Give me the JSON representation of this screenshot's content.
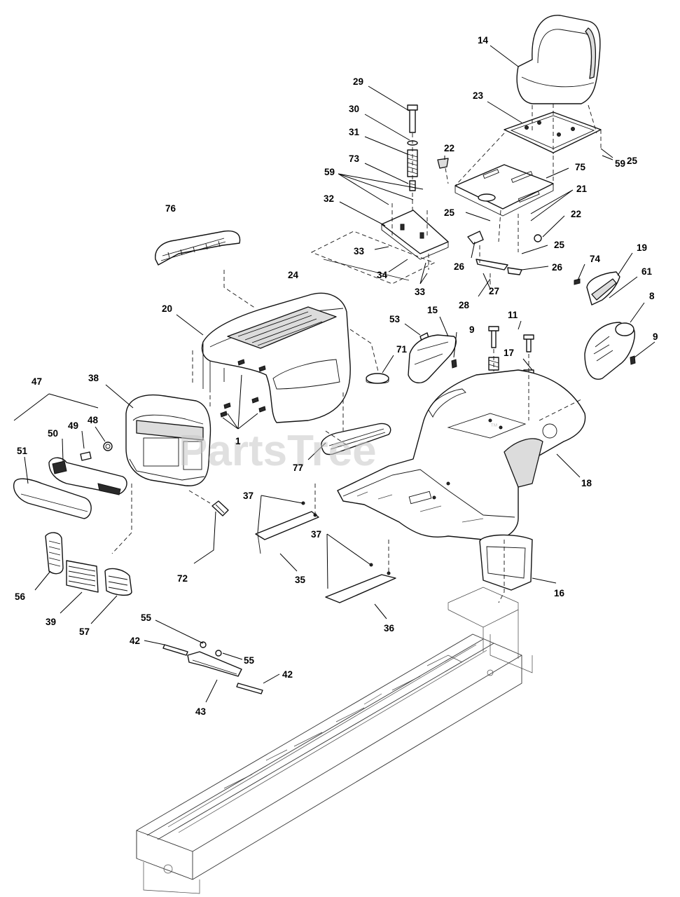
{
  "watermark": {
    "text": "PartsTree",
    "tm": "™"
  },
  "callouts": [
    {
      "id": "lbl-14",
      "text": "14"
    },
    {
      "id": "lbl-23",
      "text": "23"
    },
    {
      "id": "lbl-29",
      "text": "29"
    },
    {
      "id": "lbl-30",
      "text": "30"
    },
    {
      "id": "lbl-31",
      "text": "31"
    },
    {
      "id": "lbl-73",
      "text": "73"
    },
    {
      "id": "lbl-22a",
      "text": "22"
    },
    {
      "id": "lbl-25a",
      "text": "25"
    },
    {
      "id": "lbl-59a",
      "text": "59"
    },
    {
      "id": "lbl-75",
      "text": "75"
    },
    {
      "id": "lbl-59b",
      "text": "59"
    },
    {
      "id": "lbl-32",
      "text": "32"
    },
    {
      "id": "lbl-21",
      "text": "21"
    },
    {
      "id": "lbl-22b",
      "text": "22"
    },
    {
      "id": "lbl-25b",
      "text": "25"
    },
    {
      "id": "lbl-76",
      "text": "76"
    },
    {
      "id": "lbl-25c",
      "text": "25"
    },
    {
      "id": "lbl-33a",
      "text": "33"
    },
    {
      "id": "lbl-26a",
      "text": "26"
    },
    {
      "id": "lbl-34",
      "text": "34"
    },
    {
      "id": "lbl-24",
      "text": "24"
    },
    {
      "id": "lbl-26b",
      "text": "26"
    },
    {
      "id": "lbl-33b",
      "text": "33"
    },
    {
      "id": "lbl-27",
      "text": "27"
    },
    {
      "id": "lbl-28",
      "text": "28"
    },
    {
      "id": "lbl-74",
      "text": "74"
    },
    {
      "id": "lbl-19",
      "text": "19"
    },
    {
      "id": "lbl-61",
      "text": "61"
    },
    {
      "id": "lbl-8",
      "text": "8"
    },
    {
      "id": "lbl-20",
      "text": "20"
    },
    {
      "id": "lbl-15",
      "text": "15"
    },
    {
      "id": "lbl-11",
      "text": "11"
    },
    {
      "id": "lbl-53",
      "text": "53"
    },
    {
      "id": "lbl-9a",
      "text": "9"
    },
    {
      "id": "lbl-9b",
      "text": "9"
    },
    {
      "id": "lbl-17",
      "text": "17"
    },
    {
      "id": "lbl-71",
      "text": "71"
    },
    {
      "id": "lbl-47",
      "text": "47"
    },
    {
      "id": "lbl-38",
      "text": "38"
    },
    {
      "id": "lbl-49",
      "text": "49"
    },
    {
      "id": "lbl-48",
      "text": "48"
    },
    {
      "id": "lbl-50",
      "text": "50"
    },
    {
      "id": "lbl-1",
      "text": "1"
    },
    {
      "id": "lbl-51",
      "text": "51"
    },
    {
      "id": "lbl-77",
      "text": "77"
    },
    {
      "id": "lbl-18",
      "text": "18"
    },
    {
      "id": "lbl-37a",
      "text": "37"
    },
    {
      "id": "lbl-72",
      "text": "72"
    },
    {
      "id": "lbl-35",
      "text": "35"
    },
    {
      "id": "lbl-37b",
      "text": "37"
    },
    {
      "id": "lbl-16",
      "text": "16"
    },
    {
      "id": "lbl-56",
      "text": "56"
    },
    {
      "id": "lbl-39",
      "text": "39"
    },
    {
      "id": "lbl-57",
      "text": "57"
    },
    {
      "id": "lbl-36",
      "text": "36"
    },
    {
      "id": "lbl-55a",
      "text": "55"
    },
    {
      "id": "lbl-42a",
      "text": "42"
    },
    {
      "id": "lbl-55b",
      "text": "55"
    },
    {
      "id": "lbl-42b",
      "text": "42"
    },
    {
      "id": "lbl-43",
      "text": "43"
    }
  ]
}
